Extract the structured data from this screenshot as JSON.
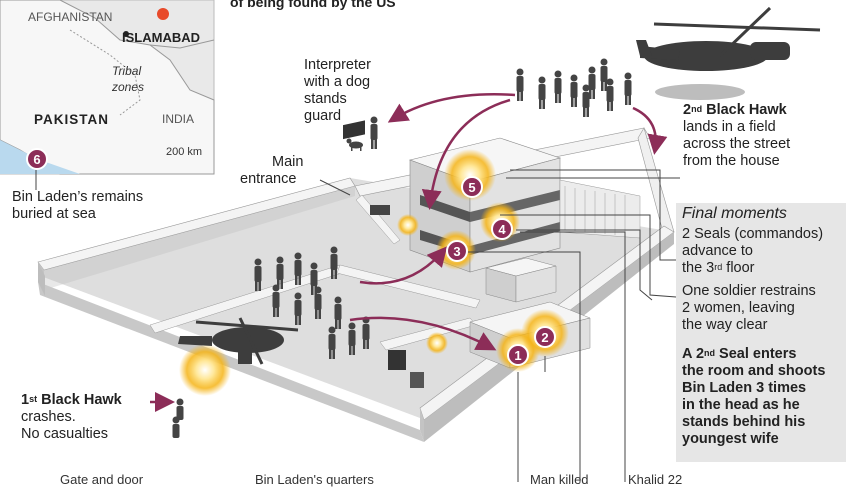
{
  "headline_fragment": "of being found by the US",
  "map": {
    "labels": {
      "afghanistan": "AFGHANISTAN",
      "islamabad": "ISLAMABAD",
      "tribal": "Tribal",
      "zones": "zones",
      "pakistan": "PAKISTAN",
      "india": "INDIA",
      "scale": "200 km"
    }
  },
  "callout_6": {
    "number": "6",
    "line1": "Bin Laden’s remains",
    "line2": "buried at sea"
  },
  "interpreter": {
    "line1": "Interpreter",
    "line2": "with a dog",
    "line3": "stands",
    "line4": "guard"
  },
  "main_entrance": {
    "line1": "Main",
    "line2": "entrance"
  },
  "black_hawk_2": {
    "ordinal": "2",
    "ordinal_suffix": "nd",
    "name": "Black Hawk",
    "line2": "lands in a field",
    "line3": "across the street",
    "line4": "from the house"
  },
  "black_hawk_1": {
    "ordinal": "1",
    "ordinal_suffix": "st",
    "name": "Black Hawk",
    "line2": "crashes.",
    "line3": "No casualties"
  },
  "final_moments": {
    "title": "Final moments",
    "p1_l1": "2 Seals (commandos)",
    "p1_l2": "advance to",
    "p1_l3a": "the 3",
    "p1_l3_sup": "rd",
    "p1_l3b": " floor",
    "p2_l1": "One soldier restrains",
    "p2_l2": "2 women, leaving",
    "p2_l3": "the way clear",
    "p3_l1a": "A 2",
    "p3_l1_sup": "nd",
    "p3_l1b": " Seal enters",
    "p3_l2": "the room and shoots",
    "p3_l3": "Bin Laden 3 times",
    "p3_l4": "in the head as he",
    "p3_l5": "stands behind his",
    "p3_l6": "youngest wife"
  },
  "badges": [
    "1",
    "2",
    "3",
    "4",
    "5"
  ],
  "bottom_cutoff": {
    "t1": "Gate and door",
    "t2": "Bin Laden's quarters",
    "t3": "Man killed",
    "t4": "Khalid 22"
  },
  "colors": {
    "accent": "#8c2d58",
    "wall_top": "#f2f2f2",
    "wall_side": "#bdbdbd",
    "floor": "#dcdcdc",
    "figure": "#444444",
    "explosion": "#f5b417"
  }
}
